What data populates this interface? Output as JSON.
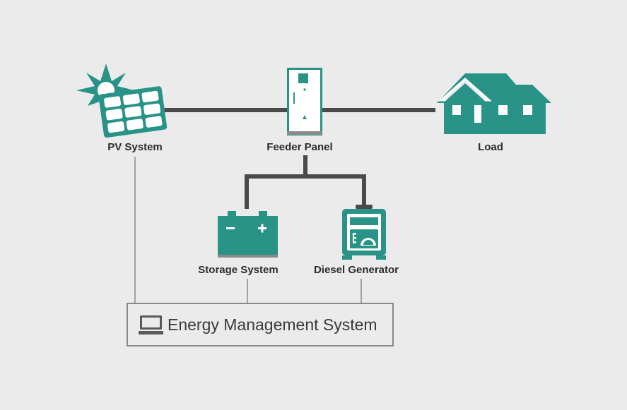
{
  "colors": {
    "teal": "#2a9388",
    "background": "#ebebeb",
    "line_dark": "#4a4a4a",
    "line_light": "#8a8a8a",
    "text": "#2b2b2b"
  },
  "nodes": {
    "pv": {
      "label": "PV System",
      "icon": "solar-panel-icon"
    },
    "feeder": {
      "label": "Feeder Panel",
      "icon": "feeder-panel-icon"
    },
    "load": {
      "label": "Load",
      "icon": "house-icon"
    },
    "storage": {
      "label": "Storage System",
      "icon": "battery-icon"
    },
    "diesel": {
      "label": "Diesel Generator",
      "icon": "generator-icon"
    }
  },
  "ems": {
    "label": "Energy Management System",
    "icon": "computer-icon"
  }
}
